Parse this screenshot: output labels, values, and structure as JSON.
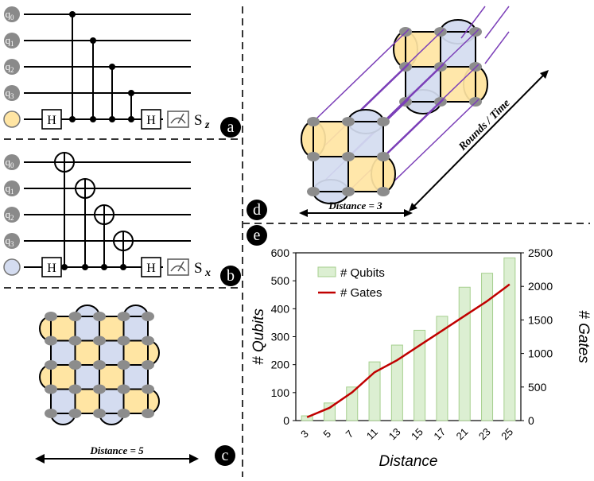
{
  "panels": {
    "a": "a",
    "b": "b",
    "c": "c",
    "d": "d",
    "e": "e"
  },
  "circuit_a": {
    "qubits": [
      "q0",
      "q1",
      "q2",
      "q3"
    ],
    "gate_label": "H",
    "stabilizer": "S",
    "stabilizer_sub": "z"
  },
  "circuit_b": {
    "qubits": [
      "q0",
      "q1",
      "q2",
      "q3"
    ],
    "gate_label": "H",
    "stabilizer": "S",
    "stabilizer_sub": "x"
  },
  "surface_c": {
    "distance_label": "Distance = 5"
  },
  "surface_d": {
    "distance_label": "Distance = 3",
    "time_label": "Rounds / Time"
  },
  "colors": {
    "yellow": "#FFE5A3",
    "blue": "#D4DCF0",
    "node": "#8C8C8C",
    "purple": "#7B3FB8",
    "bar": "#DCEFD2",
    "bar_edge": "#A6CF8E",
    "line": "#C00000"
  },
  "chart_data": {
    "type": "bar",
    "categories": [
      "3",
      "5",
      "7",
      "11",
      "13",
      "15",
      "17",
      "21",
      "23",
      "25"
    ],
    "xlabel": "Distance",
    "ylabel": "# Qubits",
    "y2label": "# Gates",
    "ylim": [
      0,
      600
    ],
    "yticks": [
      0,
      100,
      200,
      300,
      400,
      500,
      600
    ],
    "y2lim": [
      0,
      2500
    ],
    "y2ticks": [
      0,
      500,
      1000,
      1500,
      2000,
      2500
    ],
    "series": [
      {
        "name": "# Qubits",
        "axis": "left",
        "type": "bar",
        "values": [
          17,
          63,
          120,
          210,
          270,
          323,
          373,
          477,
          527,
          582
        ]
      },
      {
        "name": "# Gates",
        "axis": "right",
        "type": "line",
        "values": [
          50,
          190,
          420,
          720,
          900,
          1120,
          1340,
          1560,
          1780,
          2030
        ]
      }
    ],
    "legend": "top-left"
  }
}
